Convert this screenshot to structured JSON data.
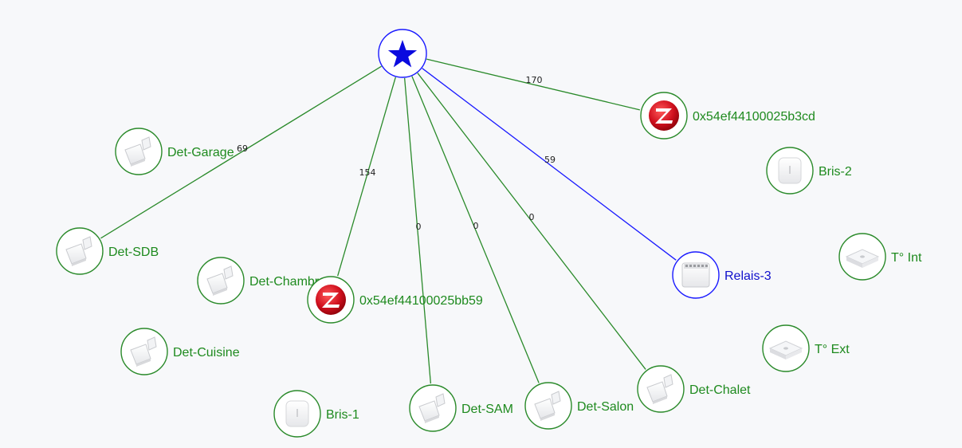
{
  "colors": {
    "background": "#f7f8fa",
    "link_green": "#2a8a2a",
    "link_blue": "#1a1aff",
    "label_green": "#1e8a1e",
    "label_blue": "#1010cc",
    "coordinator_star": "#0a0adf",
    "zigbee_red": "#cc1020"
  },
  "coordinator": {
    "name": "coordinator-star",
    "icon": "star-icon"
  },
  "nodes": [
    {
      "id": "n_0x54ef44100025b3cd",
      "label": "0x54ef44100025b3cd",
      "icon": "zigbee-logo-icon",
      "status": "green"
    },
    {
      "id": "n_bris2",
      "label": "Bris-2",
      "icon": "glass-break-sensor-icon",
      "status": "green"
    },
    {
      "id": "n_tint",
      "label": "T° Int",
      "icon": "temperature-sensor-icon",
      "status": "green"
    },
    {
      "id": "n_text",
      "label": "T° Ext",
      "icon": "temperature-sensor-icon",
      "status": "green"
    },
    {
      "id": "n_relais3",
      "label": "Relais-3",
      "icon": "relay-module-icon",
      "status": "blue"
    },
    {
      "id": "n_garage",
      "label": "Det-Garage",
      "icon": "door-sensor-icon",
      "status": "green"
    },
    {
      "id": "n_sdb",
      "label": "Det-SDB",
      "icon": "door-sensor-icon",
      "status": "green"
    },
    {
      "id": "n_chambre",
      "label": "Det-Chambre",
      "icon": "door-sensor-icon",
      "status": "green"
    },
    {
      "id": "n_cuisine",
      "label": "Det-Cuisine",
      "icon": "door-sensor-icon",
      "status": "green"
    },
    {
      "id": "n_bris1",
      "label": "Bris-1",
      "icon": "glass-break-sensor-icon",
      "status": "green"
    },
    {
      "id": "n_sam",
      "label": "Det-SAM",
      "icon": "door-sensor-icon",
      "status": "green"
    },
    {
      "id": "n_salon",
      "label": "Det-Salon",
      "icon": "door-sensor-icon",
      "status": "green"
    },
    {
      "id": "n_chalet",
      "label": "Det-Chalet",
      "icon": "door-sensor-icon",
      "status": "green"
    },
    {
      "id": "n_0x54ef44100025bb59",
      "label": "0x54ef44100025bb59",
      "icon": "zigbee-logo-icon",
      "status": "green"
    }
  ],
  "links": [
    {
      "from": "coordinator",
      "to": "n_0x54ef44100025b3cd",
      "lqi": "170",
      "status": "green"
    },
    {
      "from": "coordinator",
      "to": "n_relais3",
      "lqi": "59",
      "status": "blue"
    },
    {
      "from": "coordinator",
      "to": "n_sdb",
      "lqi": "69",
      "status": "green"
    },
    {
      "from": "coordinator",
      "to": "n_0x54ef44100025bb59",
      "lqi": "154",
      "status": "green"
    },
    {
      "from": "coordinator",
      "to": "n_sam",
      "lqi": "0",
      "status": "green"
    },
    {
      "from": "coordinator",
      "to": "n_salon",
      "lqi": "0",
      "status": "green"
    },
    {
      "from": "coordinator",
      "to": "n_chalet",
      "lqi": "0",
      "status": "green"
    }
  ]
}
